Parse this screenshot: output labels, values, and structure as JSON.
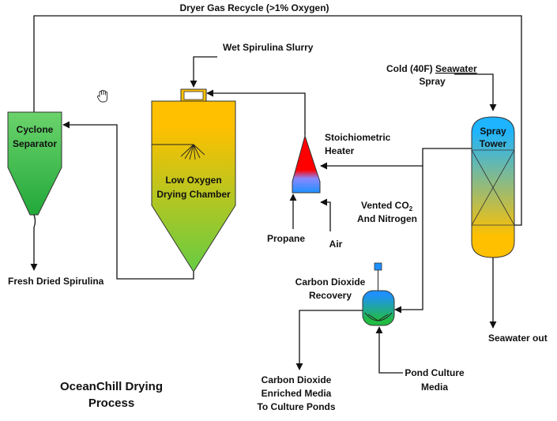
{
  "labels": {
    "recycle": "Dryer Gas Recycle (>1% Oxygen)",
    "wet_slurry": "Wet Spirulina Slurry",
    "cold_seawater_1": "Cold (40F)",
    "cold_seawater_underlined": "Seawater",
    "cold_seawater_2": "Spray",
    "cyclone_1": "Cyclone",
    "cyclone_2": "Separator",
    "chamber_1": "Low Oxygen",
    "chamber_2": "Drying Chamber",
    "heater_1": "Stoichiometric",
    "heater_2": "Heater",
    "tower_1": "Spray",
    "tower_2": "Tower",
    "vented_1": "Vented CO",
    "vented_sub": "2",
    "vented_2": "And Nitrogen",
    "propane": "Propane",
    "air": "Air",
    "fresh": "Fresh Dried Spirulina",
    "co2_rec_1": "Carbon Dioxide",
    "co2_rec_2": "Recovery",
    "seawater_out": "Seawater out",
    "co2_media_1": "Carbon Dioxide",
    "co2_media_2": "Enriched Media",
    "co2_media_3": "To Culture Ponds",
    "pond_1": "Pond Culture",
    "pond_2": "Media",
    "title_1": "OceanChill Drying",
    "title_2": "Process"
  },
  "colors": {
    "cyclone_top": "#6bd36b",
    "cyclone_bottom": "#22a83a",
    "chamber_top": "#ffc000",
    "chamber_bottom": "#66cc44",
    "heater_top": "#ff0000",
    "heater_bottom": "#1e90ff",
    "tower_top": "#1eb4ff",
    "tower_bottom": "#ffc000",
    "reactor_top": "#1e90ff",
    "reactor_bottom": "#22bb44"
  }
}
